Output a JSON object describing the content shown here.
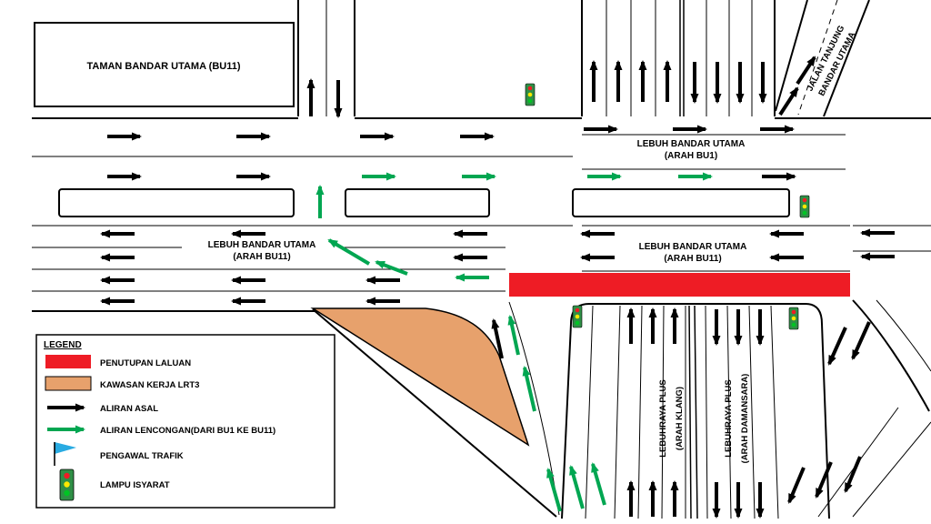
{
  "colors": {
    "closure_red": "#EE1C25",
    "work_area_tan": "#E7A16C",
    "diversion_green": "#00A651",
    "original_flow_black": "#000000",
    "marshal_blue": "#29ABE2",
    "signal_casing": "#2F8F46",
    "signal_red": "#EE1C25",
    "signal_yellow": "#FFE800",
    "signal_green": "#00C424"
  },
  "labels": {
    "taman": "TAMAN BANDAR UTAMA (BU11)",
    "lebuh_bu1_1": "LEBUH BANDAR UTAMA",
    "lebuh_bu1_2": "(ARAH BU1)",
    "lebuh_bu11_left_1": "LEBUH BANDAR UTAMA",
    "lebuh_bu11_left_2": "(ARAH BU11)",
    "lebuh_bu11_right_1": "LEBUH BANDAR UTAMA",
    "lebuh_bu11_right_2": "(ARAH BU11)",
    "jalan_tanjung_1": "JALAN TANJUNG",
    "jalan_tanjung_2": "BANDAR UTAMA",
    "plus_klang_1": "LEBUHRAYA PLUS",
    "plus_klang_2": "(ARAH KLANG)",
    "plus_damansara_1": "LEBUHRAYA PLUS",
    "plus_damansara_2": "(ARAH DAMANSARA)"
  },
  "legend": {
    "title": "LEGEND",
    "items": [
      {
        "label": "PENUTUPAN LALUAN"
      },
      {
        "label": "KAWASAN KERJA LRT3"
      },
      {
        "label": "ALIRAN ASAL"
      },
      {
        "label": "ALIRAN LENCONGAN(DARI BU1 KE BU11)"
      },
      {
        "label": "PENGAWAL TRAFIK"
      },
      {
        "label": "LAMPU ISYARAT"
      }
    ]
  }
}
